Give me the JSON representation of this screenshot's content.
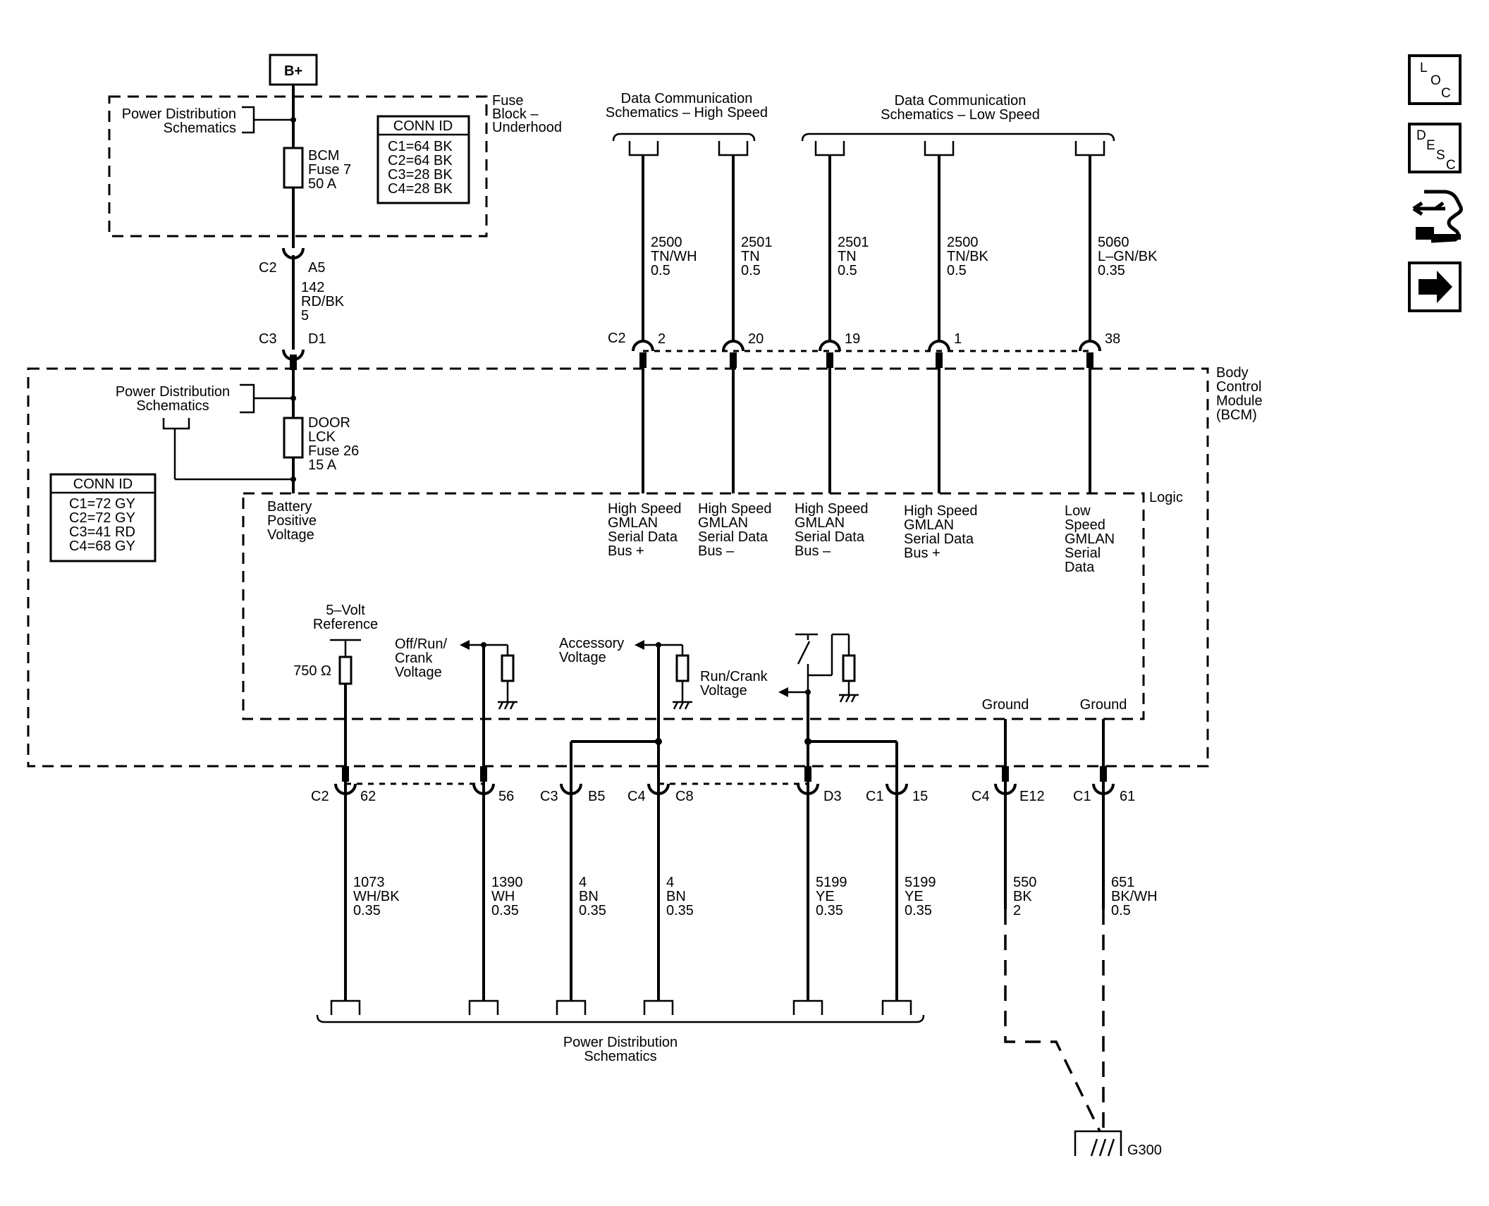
{
  "power_source": "B+",
  "fuse_block": {
    "title_lines": [
      "Fuse",
      "Block –",
      "Underhood"
    ]
  },
  "pd_schematics_top": [
    "Power Distribution",
    "Schematics"
  ],
  "bcm_fuse": [
    "BCM",
    "Fuse 7",
    "50 A"
  ],
  "conn_id_fuse": {
    "header": "CONN ID",
    "rows": [
      "C1=64 BK",
      "C2=64 BK",
      "C3=28 BK",
      "C4=28 BK"
    ]
  },
  "wire_142": {
    "conn_c2": "C2",
    "pin_a5": "A5",
    "label": [
      "142",
      "RD/BK",
      "5"
    ],
    "conn_c3": "C3",
    "pin_d1": "D1"
  },
  "bcm": {
    "title_lines": [
      "Body",
      "Control",
      "Module",
      "(BCM)"
    ],
    "logic_label": "Logic"
  },
  "pd_schematics_bcm": [
    "Power Distribution",
    "Schematics"
  ],
  "door_fuse": [
    "DOOR",
    "LCK",
    "Fuse 26",
    "15 A"
  ],
  "conn_id_bcm": {
    "header": "CONN ID",
    "rows": [
      "C1=72 GY",
      "C2=72 GY",
      "C3=41 RD",
      "C4=68 GY"
    ]
  },
  "battery_voltage": [
    "Battery",
    "Positive",
    "Voltage"
  ],
  "data_comm": {
    "high_speed": [
      "Data Communication",
      "Schematics – High Speed"
    ],
    "low_speed": [
      "Data Communication",
      "Schematics – Low Speed"
    ],
    "conn_label": "C2",
    "wires": [
      {
        "label": [
          "2500",
          "TN/WH",
          "0.5"
        ],
        "pin": "2",
        "signal": [
          "High Speed",
          "GMLAN",
          "Serial Data",
          "Bus +"
        ]
      },
      {
        "label": [
          "2501",
          "TN",
          "0.5"
        ],
        "pin": "20",
        "signal": [
          "High Speed",
          "GMLAN",
          "Serial Data",
          "Bus –"
        ]
      },
      {
        "label": [
          "2501",
          "TN",
          "0.5"
        ],
        "pin": "19",
        "signal": [
          "High Speed",
          "GMLAN",
          "Serial Data",
          "Bus –"
        ]
      },
      {
        "label": [
          "2500",
          "TN/BK",
          "0.5"
        ],
        "pin": "1",
        "signal": [
          "High Speed",
          "GMLAN",
          "Serial Data",
          "Bus +"
        ]
      },
      {
        "label": [
          "5060",
          "L–GN/BK",
          "0.35"
        ],
        "pin": "38",
        "signal": [
          "Low",
          "Speed",
          "GMLAN",
          "Serial",
          "Data"
        ]
      }
    ]
  },
  "inner_circuits": {
    "ref_5v": [
      "5–Volt",
      "Reference"
    ],
    "resistor": "750 Ω",
    "off_run_crank": [
      "Off/Run/",
      "Crank",
      "Voltage"
    ],
    "accessory": [
      "Accessory",
      "Voltage"
    ],
    "run_crank": [
      "Run/Crank",
      "Voltage"
    ],
    "ground": "Ground"
  },
  "bottom_wires": [
    {
      "conn": "C2",
      "pin": "62",
      "label": [
        "1073",
        "WH/BK",
        "0.35"
      ]
    },
    {
      "conn": "",
      "pin": "56",
      "label": [
        "1390",
        "WH",
        "0.35"
      ]
    },
    {
      "conn": "C3",
      "pin": "B5",
      "label": [
        "4",
        "BN",
        "0.35"
      ]
    },
    {
      "conn": "C4",
      "pin": "C8",
      "label": [
        "4",
        "BN",
        "0.35"
      ]
    },
    {
      "conn": "",
      "pin": "D3",
      "label": [
        "5199",
        "YE",
        "0.35"
      ]
    },
    {
      "conn": "C1",
      "pin": "15",
      "label": [
        "5199",
        "YE",
        "0.35"
      ]
    },
    {
      "conn": "C4",
      "pin": "E12",
      "label": [
        "550",
        "BK",
        "2"
      ]
    },
    {
      "conn": "C1",
      "pin": "61",
      "label": [
        "651",
        "BK/WH",
        "0.5"
      ]
    }
  ],
  "pd_schematics_bottom": [
    "Power Distribution",
    "Schematics"
  ],
  "ground_point": "G300",
  "nav": {
    "loc": [
      "L",
      "O",
      "C"
    ],
    "desc": [
      "D",
      "E",
      "S",
      "C"
    ]
  }
}
